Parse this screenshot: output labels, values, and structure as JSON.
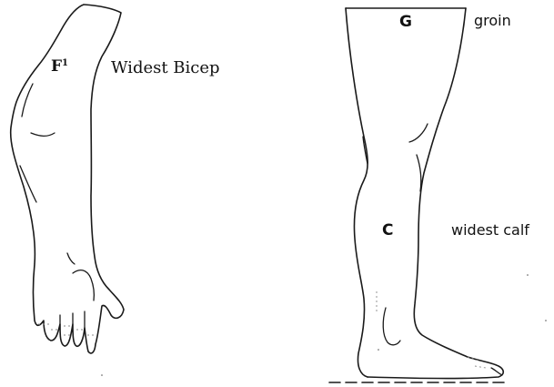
{
  "arm": {
    "marker": "F",
    "marker_sup": "1",
    "label": "Widest Bicep"
  },
  "leg": {
    "marker_groin": "G",
    "label_groin": "groin",
    "marker_calf": "C",
    "label_calf": "widest calf"
  }
}
